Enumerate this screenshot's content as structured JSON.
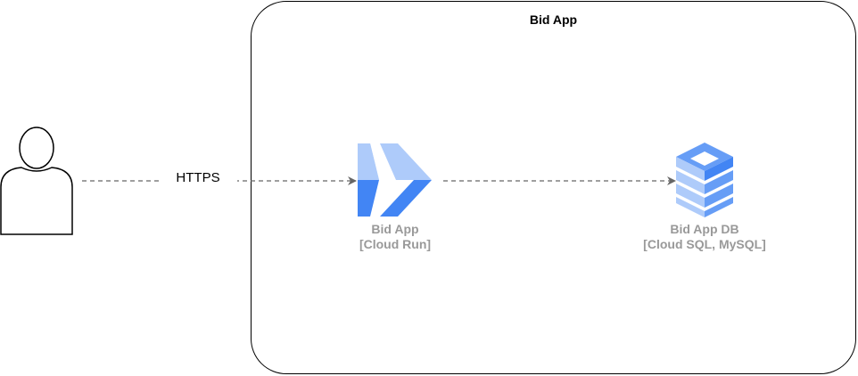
{
  "group": {
    "title": "Bid App"
  },
  "user": {
    "icon": "person-icon"
  },
  "edges": [
    {
      "from": "user",
      "to": "cloud_run",
      "label": "HTTPS",
      "style": "dashed"
    },
    {
      "from": "cloud_run",
      "to": "cloud_sql",
      "label": "",
      "style": "dashed"
    }
  ],
  "nodes": {
    "cloud_run": {
      "name": "Bid App",
      "tech": "[Cloud Run]",
      "icon": "cloud-run-icon"
    },
    "cloud_sql": {
      "name": "Bid App DB",
      "tech": "[Cloud SQL, MySQL]",
      "icon": "cloud-sql-icon"
    }
  },
  "colors": {
    "label_gray": "#999999",
    "google_blue": "#4285F4",
    "google_light_blue": "#AECBFA",
    "google_mid_blue": "#669DF6",
    "edge_gray": "#666666"
  }
}
